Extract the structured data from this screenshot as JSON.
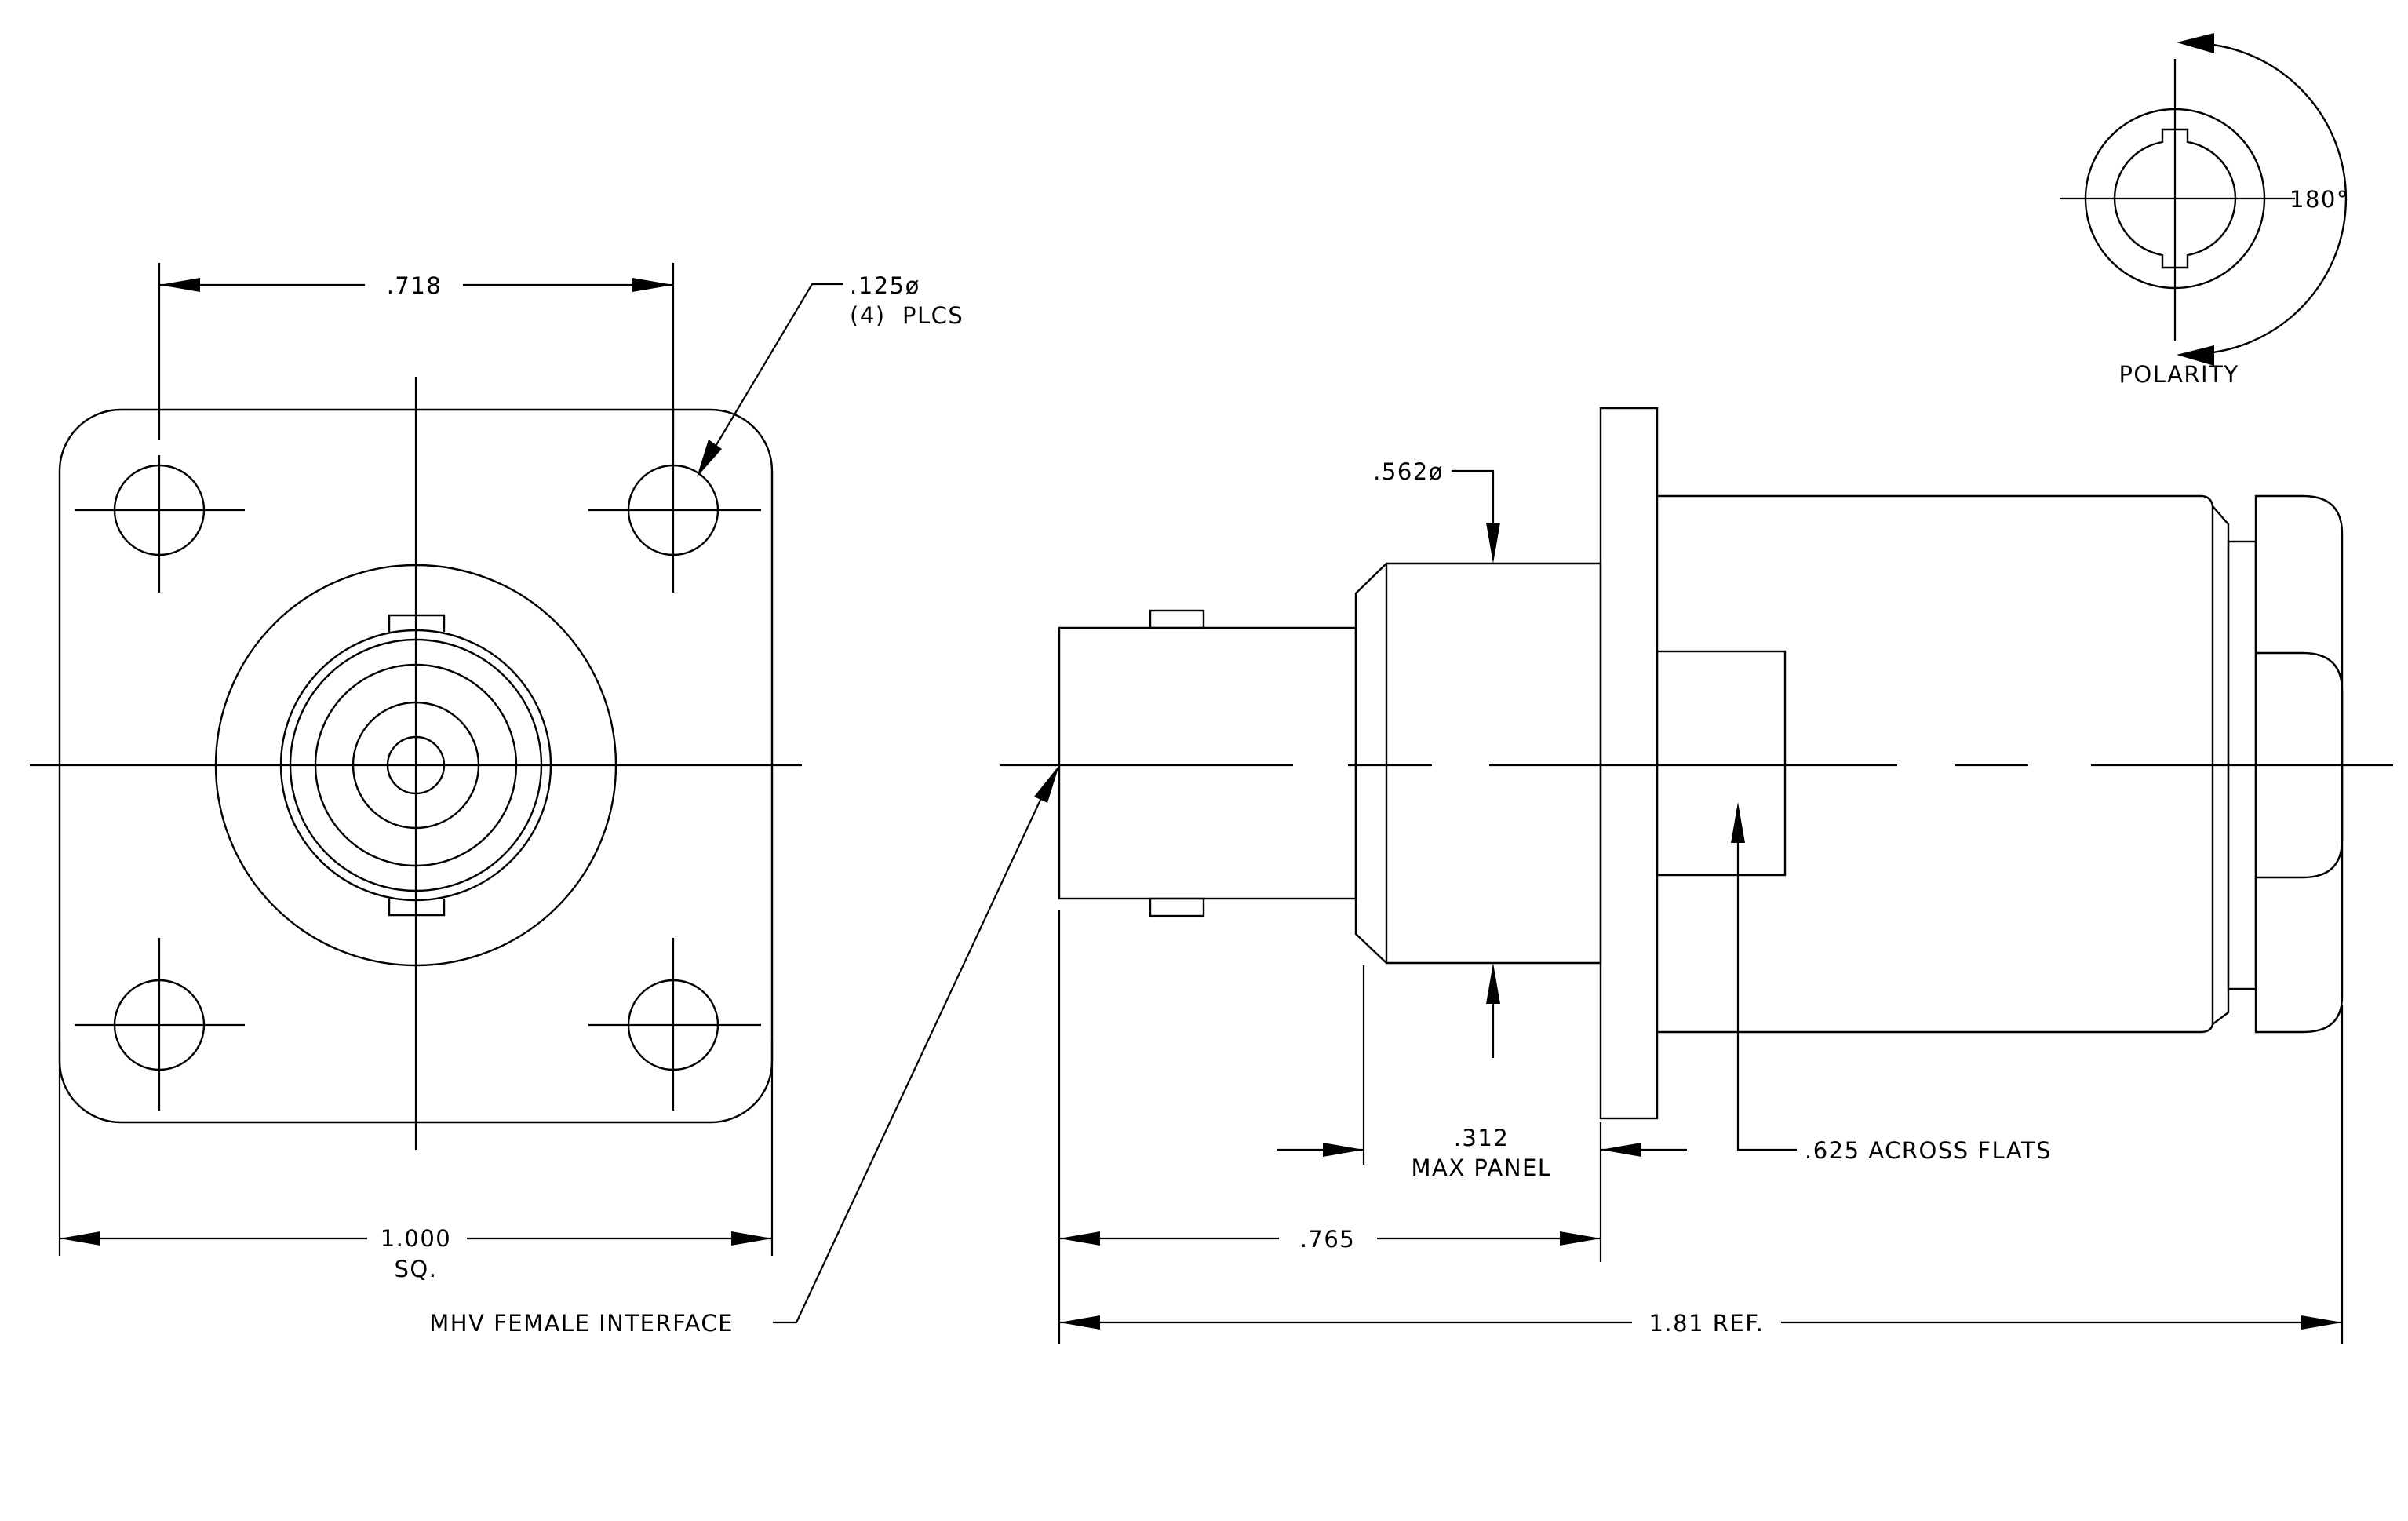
{
  "colors": {
    "line": "#000000",
    "background": "#ffffff"
  },
  "front_view": {
    "hole_spacing": ".718",
    "hole_callout_1": ".125ø",
    "hole_callout_2": "(4)  PLCS",
    "width_1": "1.000",
    "width_2": "SQ."
  },
  "side_view": {
    "body_diameter": ".562ø",
    "panel_1": ".312",
    "panel_2": "MAX PANEL",
    "across_flats": ".625 ACROSS FLATS",
    "flange_length": ".765",
    "overall_length": "1.81 REF."
  },
  "interface_label": "MHV FEMALE INTERFACE",
  "polarity": {
    "angle": "180°",
    "title": "POLARITY"
  }
}
